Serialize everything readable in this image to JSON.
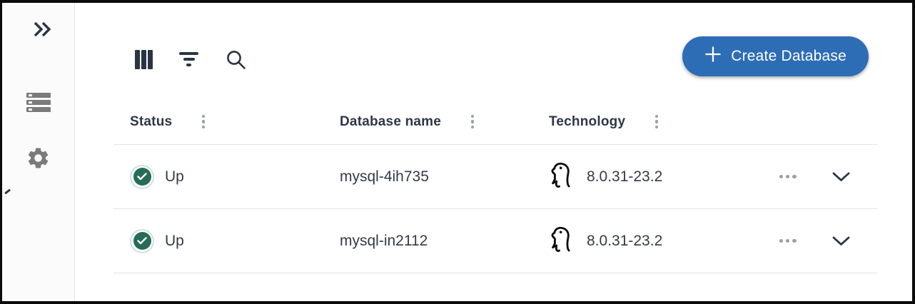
{
  "colors": {
    "accent_blue": "#2d6db5",
    "status_green": "#266c57",
    "status_green_ring": "#cfe2da",
    "icon_dark": "#2b3445",
    "icon_gray": "#7b7b7b",
    "dot_gray": "#9aa0a8",
    "border": "#e4e4e4",
    "text_dark": "#2d3748"
  },
  "sidebar": {
    "items": [
      {
        "name": "expand-sidebar",
        "icon": "double-chevron-right-icon"
      },
      {
        "name": "databases",
        "icon": "server-list-icon"
      },
      {
        "name": "settings",
        "icon": "gear-icon"
      }
    ]
  },
  "toolbar": {
    "icons": [
      {
        "name": "columns-icon"
      },
      {
        "name": "filter-icon"
      },
      {
        "name": "search-icon"
      }
    ],
    "create_button": {
      "label": "Create Database",
      "plus": "+"
    }
  },
  "table": {
    "columns": [
      {
        "label": "Status"
      },
      {
        "label": "Database name"
      },
      {
        "label": "Technology"
      }
    ],
    "rows": [
      {
        "status": "Up",
        "database_name": "mysql-4ih735",
        "technology_icon": "mysql-dolphin-icon",
        "technology_version": "8.0.31-23.2"
      },
      {
        "status": "Up",
        "database_name": "mysql-in2112",
        "technology_icon": "mysql-dolphin-icon",
        "technology_version": "8.0.31-23.2"
      }
    ]
  }
}
